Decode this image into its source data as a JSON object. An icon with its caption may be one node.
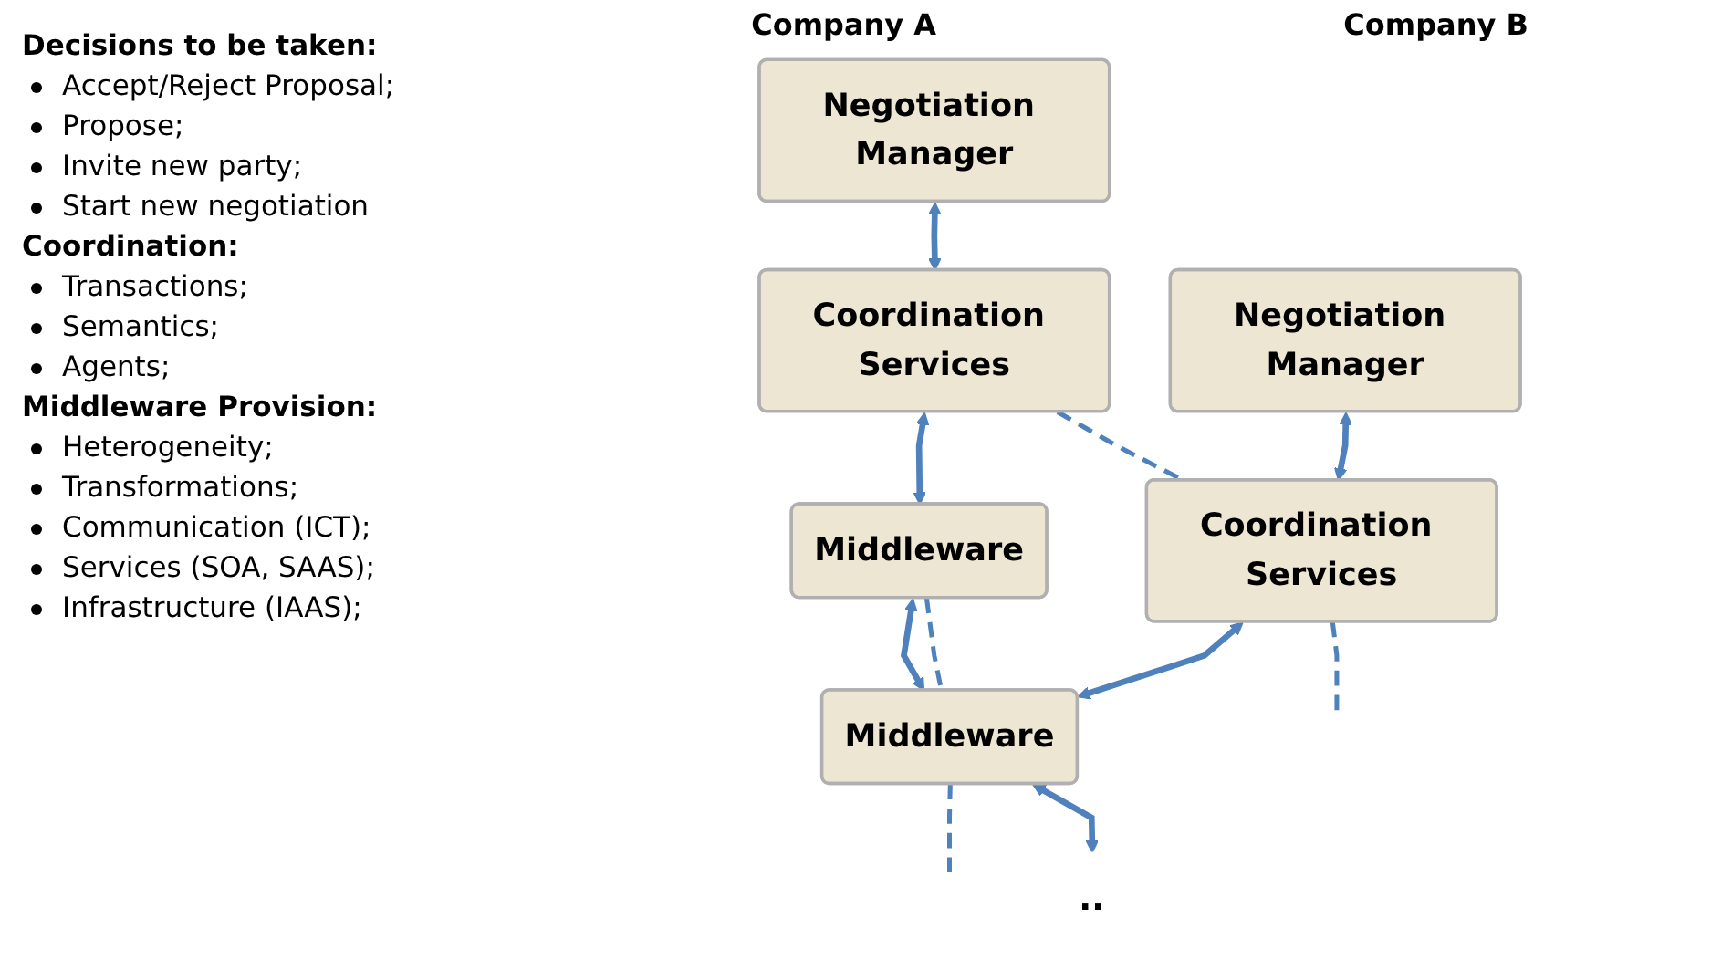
{
  "diagram": {
    "nodes": [
      {
        "text": [
          "Negotiation Manager"
        ]
      },
      {
        "text": [
          "Negotiation Manager"
        ]
      },
      {
        "text": [
          "Coordination Services"
        ]
      },
      {
        "text": [
          "Coordination Services"
        ]
      },
      {
        "text": [
          "Middleware"
        ]
      },
      {
        "text": [
          "Middleware"
        ]
      },
      {
        "text": [
          ".."
        ]
      }
    ],
    "edges": [
      {
        "from": 0,
        "to": 2,
        "arrow": "both"
      },
      {
        "from": 1,
        "to": 3,
        "arrow": "both"
      },
      {
        "from": 2,
        "to": 4,
        "arrow": "both"
      },
      {
        "from": 3,
        "to": 5,
        "arrow": "both"
      },
      {
        "from": 2,
        "to": 3,
        "arrow": "none",
        "style": "dashed"
      },
      {
        "from": 3,
        "to": null,
        "arrow": "none",
        "style": "dashed"
      },
      {
        "from": 4,
        "to": 5,
        "arrow": "none",
        "style": "dashed"
      },
      {
        "from": 5,
        "to": null,
        "arrow": "none",
        "style": "dashed"
      },
      {
        "from": 4,
        "to": 5,
        "arrow": "both"
      },
      {
        "from": 5,
        "to": 6,
        "arrow": "both"
      }
    ],
    "labels": [
      "Decisions to be taken:",
      "Accept/Reject Proposal;",
      "Propose;",
      "Invite new party;",
      "Start new negotiation",
      "Coordination:",
      "Transactions;",
      "Semantics;",
      "Agents;",
      "Middleware Provision:",
      "Heterogeneity;",
      "Transformations;",
      "Communication (ICT);",
      "Services (SOA, SAAS);",
      "Infrastructure (IAAS);",
      "Company A",
      "Company B"
    ]
  }
}
